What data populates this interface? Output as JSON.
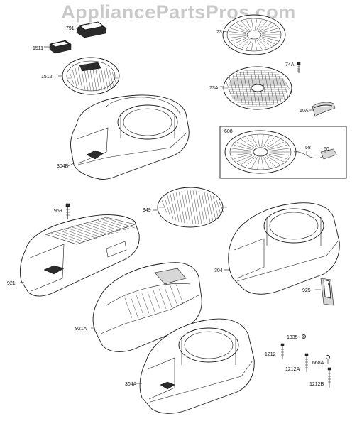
{
  "watermark": "AppliancePartsPros.com",
  "labels": {
    "p791": "791",
    "p1511": "1511",
    "p1512": "1512",
    "p304b": "304B",
    "p73": "73",
    "p74a": "74A",
    "p73a": "73A",
    "p60a": "60A",
    "p608": "608",
    "p58": "58",
    "p60": "60",
    "p969": "969",
    "p949": "949",
    "p921": "921",
    "p304": "304",
    "p925": "925",
    "p921a": "921A",
    "p1335": "1335",
    "p1212": "1212",
    "p668a": "668A",
    "p1212a": "1212A",
    "p304a": "304A",
    "p1212b": "1212B"
  }
}
